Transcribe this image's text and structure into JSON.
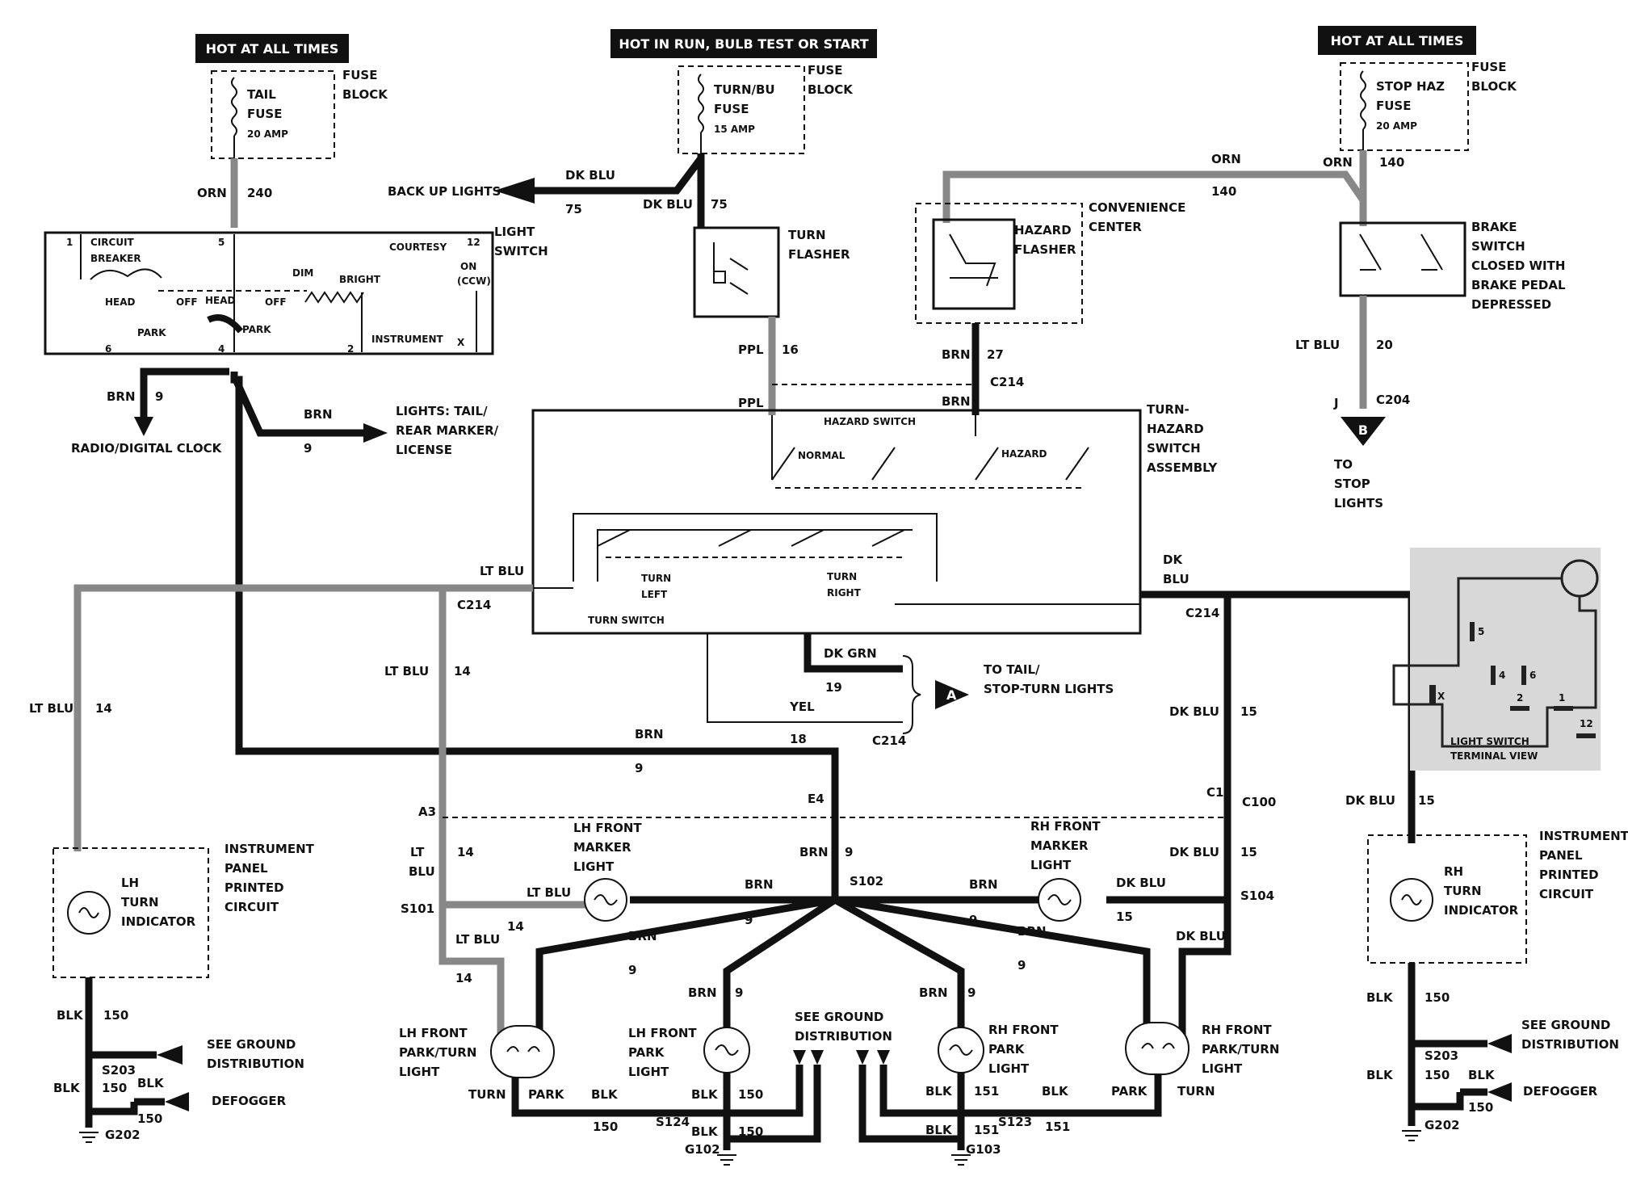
{
  "headers": {
    "h1": "HOT AT ALL TIMES",
    "h2": "HOT IN RUN,   BULB TEST OR START",
    "h3": "HOT AT ALL TIMES"
  },
  "fuses": {
    "tail": {
      "name1": "TAIL",
      "name2": "FUSE",
      "amp": "20 AMP",
      "block1": "FUSE",
      "block2": "BLOCK"
    },
    "turnbu": {
      "name1": "TURN/BU",
      "name2": "FUSE",
      "amp": "15 AMP",
      "block1": "FUSE",
      "block2": "BLOCK"
    },
    "stophaz": {
      "name1": "STOP HAZ",
      "name2": "FUSE",
      "amp": "20 AMP",
      "block1": "FUSE",
      "block2": "BLOCK"
    }
  },
  "wires": {
    "orn": "ORN",
    "n240": "240",
    "n140": "140",
    "dkblu": "DK BLU",
    "dk": "DK",
    "blu": "BLU",
    "n75": "75",
    "n15": "15",
    "ppl": "PPL",
    "n16": "16",
    "brn": "BRN",
    "n27": "27",
    "n9": "9",
    "ltblu": "LT BLU",
    "lt": "LT",
    "n20": "20",
    "n14": "14",
    "dkgrn": "DK GRN",
    "n19": "19",
    "yel": "YEL",
    "n18": "18",
    "blk": "BLK",
    "n150": "150",
    "n151": "151"
  },
  "connectors": {
    "c214": "C214",
    "c204": "C204",
    "c100": "C100",
    "c1": "C1",
    "a3": "A3",
    "e4": "E4",
    "j": "J",
    "s101": "S101",
    "s102": "S102",
    "s104": "S104",
    "s124": "S124",
    "s123": "S123",
    "s203": "S203",
    "g102": "G102",
    "g103": "G103",
    "g202": "G202"
  },
  "light_switch": {
    "title1": "LIGHT",
    "title2": "SWITCH",
    "circuit": "CIRCUIT",
    "breaker": "BREAKER",
    "head": "HEAD",
    "off": "OFF",
    "park": "PARK",
    "courtesy": "COURTESY",
    "on": "ON",
    "ccw": "(CCW)",
    "dim": "DIM",
    "bright": "BRIGHT",
    "instrument": "INSTRUMENT",
    "p1": "1",
    "p5": "5",
    "p12": "12",
    "p6": "6",
    "p4": "4",
    "p2": "2",
    "px": "X"
  },
  "turn_flasher": {
    "l1": "TURN",
    "l2": "FLASHER"
  },
  "hazard_flasher": {
    "l1": "HAZARD",
    "l2": "FLASHER",
    "c1": "CONVENIENCE",
    "c2": "CENTER"
  },
  "brake_switch": {
    "l1": "BRAKE",
    "l2": "SWITCH",
    "l3": "CLOSED WITH",
    "l4": "BRAKE PEDAL",
    "l5": "DEPRESSED"
  },
  "turn_hazard": {
    "l1": "TURN-",
    "l2": "HAZARD",
    "l3": "SWITCH",
    "l4": "ASSEMBLY",
    "hazard_switch": "HAZARD SWITCH",
    "normal": "NORMAL",
    "hazard": "HAZARD",
    "turn": "TURN",
    "left": "LEFT",
    "right": "RIGHT",
    "turn_switch": "TURN SWITCH"
  },
  "destinations": {
    "backup": "BACK UP LIGHTS",
    "radio": "RADIO/DIGITAL CLOCK",
    "tail1": "LIGHTS: TAIL/",
    "tail2": "REAR MARKER/",
    "tail3": "LICENSE",
    "stop1": "TO",
    "stop2": "STOP",
    "stop3": "LIGHTS",
    "tostop1": "TO TAIL/",
    "tostop2": "STOP-TURN LIGHTS",
    "a": "A",
    "b": "B"
  },
  "lamps": {
    "lh_front_marker": [
      "LH FRONT",
      "MARKER",
      "LIGHT"
    ],
    "rh_front_marker": [
      "RH FRONT",
      "MARKER",
      "LIGHT"
    ],
    "lh_front_park_turn": [
      "LH FRONT",
      "PARK/TURN",
      "LIGHT"
    ],
    "lh_front_park": [
      "LH FRONT",
      "PARK",
      "LIGHT"
    ],
    "rh_front_park": [
      "RH FRONT",
      "PARK",
      "LIGHT"
    ],
    "rh_front_park_turn": [
      "RH FRONT",
      "PARK/TURN",
      "LIGHT"
    ],
    "turn": "TURN",
    "park": "PARK"
  },
  "indicators": {
    "lh": {
      "l1": "LH",
      "l2": "TURN",
      "l3": "INDICATOR"
    },
    "rh": {
      "l1": "RH",
      "l2": "TURN",
      "l3": "INDICATOR"
    },
    "panel": [
      "INSTRUMENT",
      "PANEL",
      "PRINTED",
      "CIRCUIT"
    ]
  },
  "ground": {
    "see1": "SEE GROUND",
    "see2": "DISTRIBUTION",
    "defogger": "DEFOGGER"
  },
  "terminal_view": {
    "l1": "LIGHT SWITCH",
    "l2": "TERMINAL VIEW",
    "t5": "5",
    "t4": "4",
    "t6": "6",
    "t2": "2",
    "t1": "1",
    "t12": "12",
    "tx": "X"
  }
}
